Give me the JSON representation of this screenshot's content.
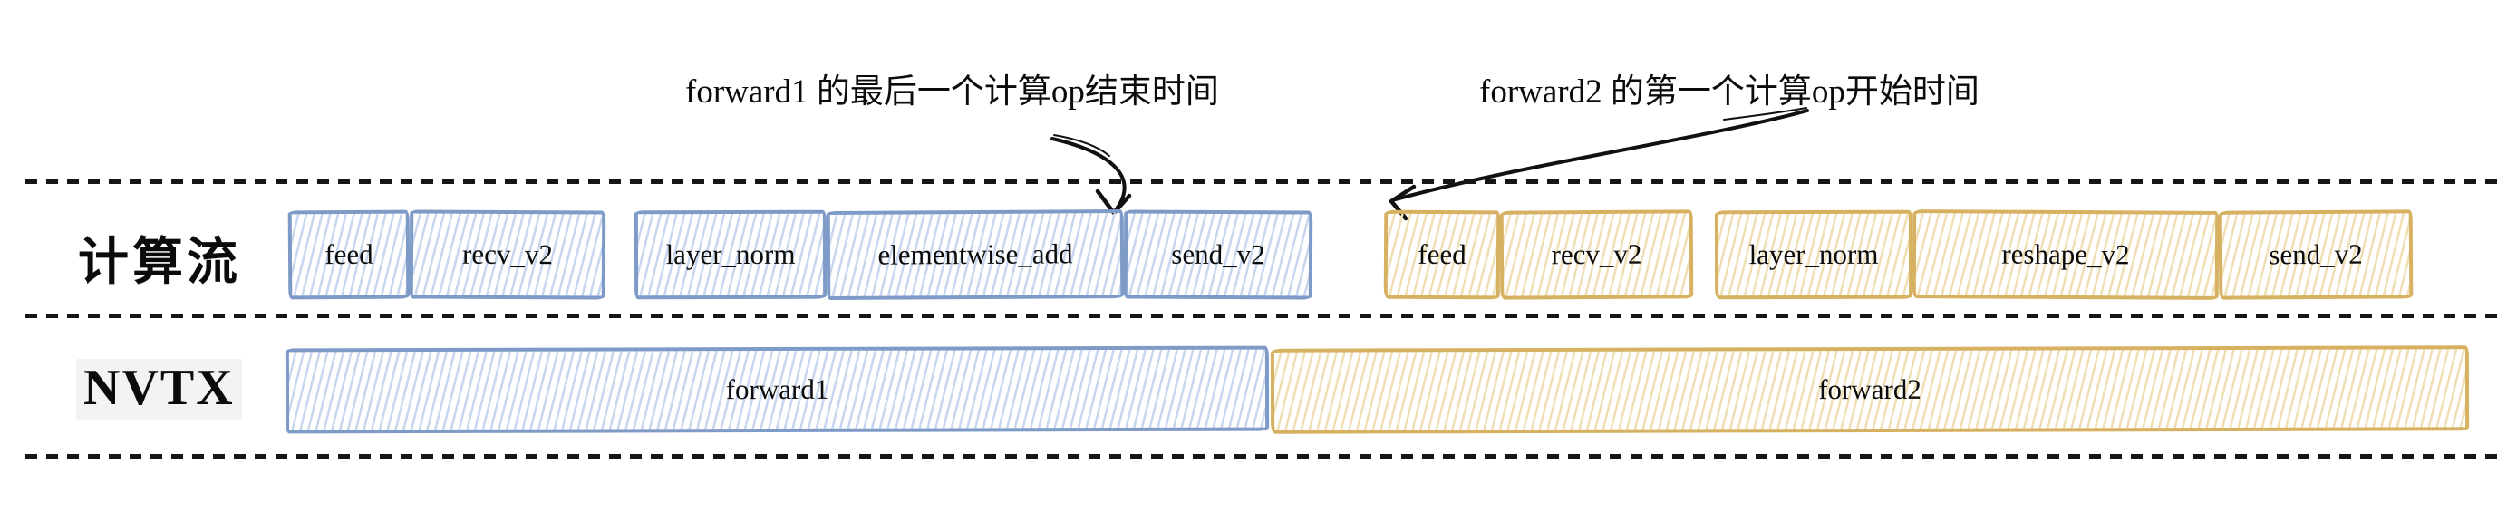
{
  "annotations": {
    "forward1_end": "forward1 的最后一个计算op结束时间",
    "forward2_start": "forward2 的第一个计算op开始时间"
  },
  "rows": {
    "compute_stream": {
      "label": "计算流",
      "ops": [
        {
          "label": "feed",
          "group": "forward1"
        },
        {
          "label": "recv_v2",
          "group": "forward1"
        },
        {
          "label": "layer_norm",
          "group": "forward1"
        },
        {
          "label": "elementwise_add",
          "group": "forward1"
        },
        {
          "label": "send_v2",
          "group": "forward1"
        },
        {
          "label": "feed",
          "group": "forward2"
        },
        {
          "label": "recv_v2",
          "group": "forward2"
        },
        {
          "label": "layer_norm",
          "group": "forward2"
        },
        {
          "label": "reshape_v2",
          "group": "forward2"
        },
        {
          "label": "send_v2",
          "group": "forward2"
        }
      ]
    },
    "nvtx": {
      "label": "NVTX",
      "ranges": [
        {
          "label": "forward1"
        },
        {
          "label": "forward2"
        }
      ]
    }
  },
  "colors": {
    "forward1-stroke": "#7e9ac7",
    "forward1-hatch": "#c8d7ef",
    "forward2-stroke": "#d6b161",
    "forward2-hatch": "#f0dfb5",
    "ink": "#111111"
  }
}
